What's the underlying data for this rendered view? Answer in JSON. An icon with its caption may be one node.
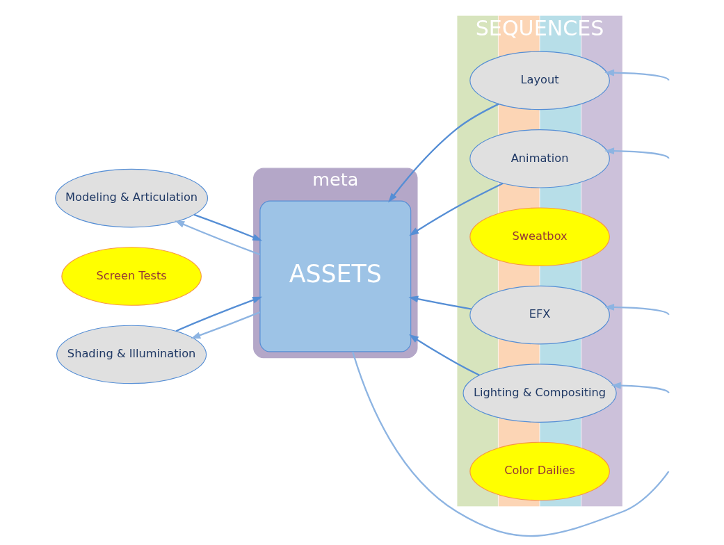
{
  "diagram": {
    "nodes": [
      {
        "text": [
          "Modeling & Articulation"
        ]
      },
      {
        "text": [
          "Screen Tests"
        ]
      },
      {
        "text": [
          "Shading & Illumination"
        ]
      },
      {
        "text": [
          "meta"
        ]
      },
      {
        "text": [
          "ASSETS"
        ],
        "in": 3
      },
      {
        "text": [
          "SEQUENCES"
        ]
      },
      {
        "text": [
          "Layout"
        ],
        "in": 5
      },
      {
        "text": [
          "Animation"
        ],
        "in": 5
      },
      {
        "text": [
          "Sweatbox"
        ],
        "in": 5
      },
      {
        "text": [
          "EFX"
        ],
        "in": 5
      },
      {
        "text": [
          "Lighting & Compositing"
        ],
        "in": 5
      },
      {
        "text": [
          "Color Dailies"
        ],
        "in": 5
      }
    ],
    "edges": [
      {
        "from": 0,
        "to": 4,
        "arrow": "to",
        "color": "#558ed5"
      },
      {
        "from": 2,
        "to": 4,
        "arrow": "to",
        "color": "#558ed5"
      },
      {
        "from": 6,
        "to": 4,
        "arrow": "to",
        "color": "#558ed5"
      },
      {
        "from": 7,
        "to": 4,
        "arrow": "to",
        "color": "#558ed5"
      },
      {
        "from": 9,
        "to": 4,
        "arrow": "to",
        "color": "#558ed5"
      },
      {
        "from": 10,
        "to": 4,
        "arrow": "to",
        "color": "#558ed5"
      },
      {
        "from": 4,
        "to": 0,
        "arrow": "to"
      },
      {
        "from": 4,
        "to": 2,
        "arrow": "to"
      },
      {
        "from": 4,
        "to": null,
        "arrow": "none"
      },
      {
        "from": null,
        "to": 6,
        "arrow": "to"
      },
      {
        "from": null,
        "to": 7,
        "arrow": "to"
      },
      {
        "from": null,
        "to": 9,
        "arrow": "to"
      },
      {
        "from": null,
        "to": 10,
        "arrow": "to"
      }
    ]
  }
}
